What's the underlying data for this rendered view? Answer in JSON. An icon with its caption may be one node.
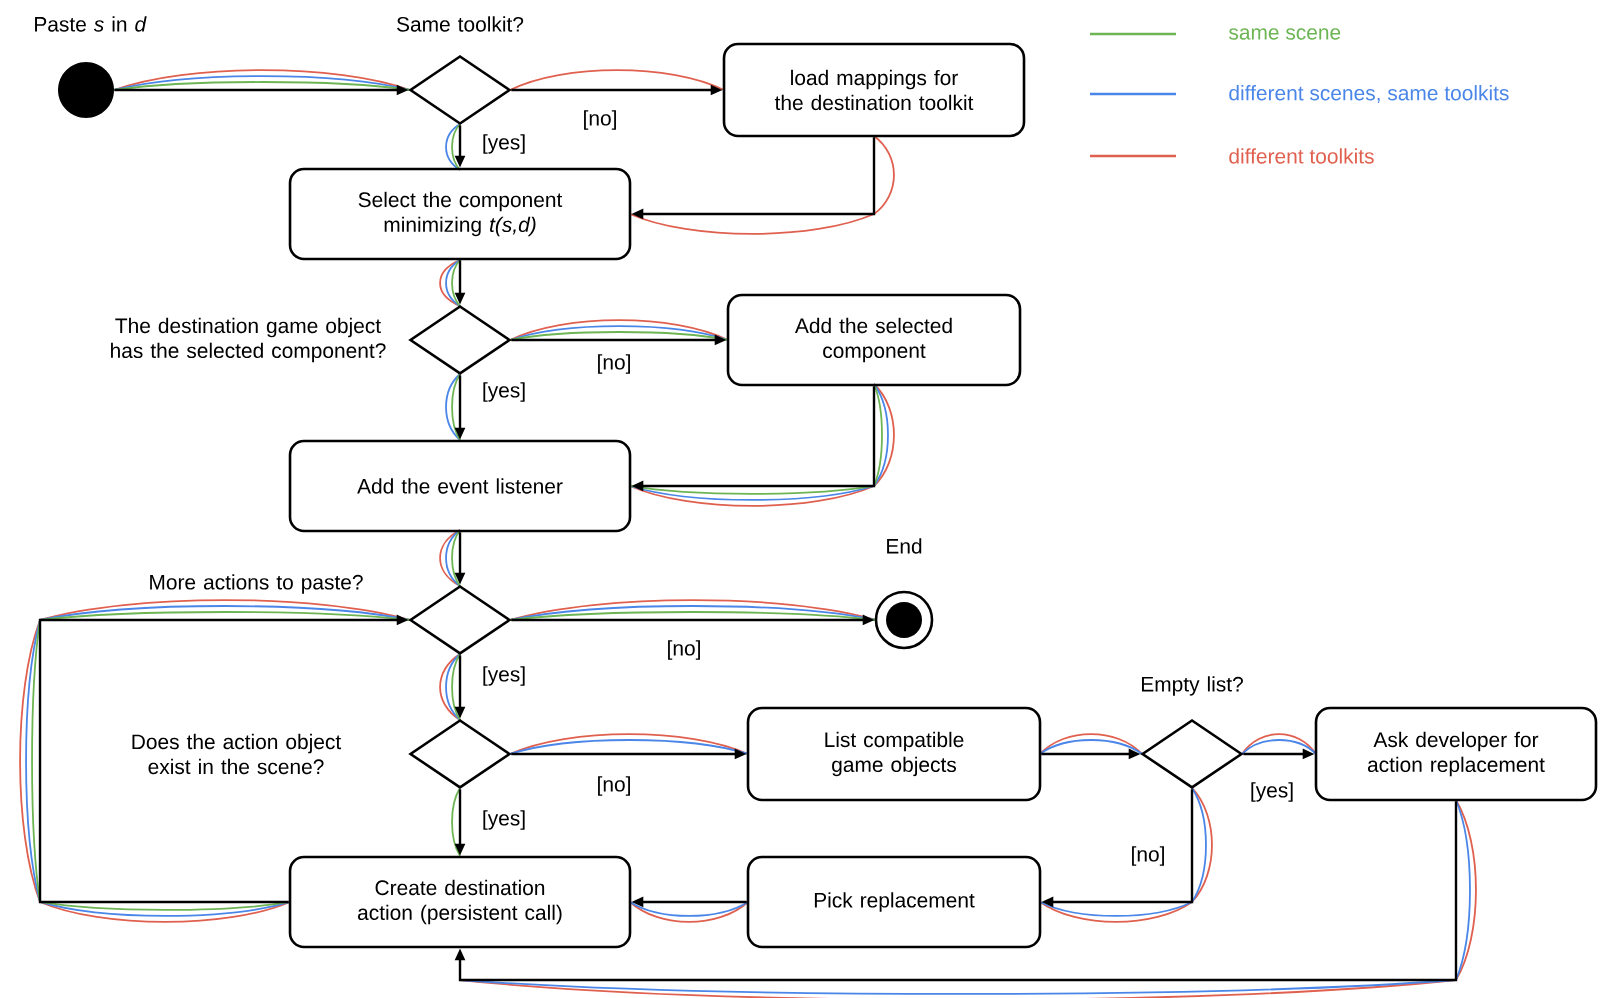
{
  "diagram": {
    "nodes": [
      {
        "text": [],
        "shape": "circle",
        "beside": [
          "Paste *s* in *d*"
        ]
      },
      {
        "text": [],
        "shape": "diamond",
        "beside": [
          "Same toolkit?"
        ]
      },
      {
        "text": [
          "load mappings for the destination toolkit"
        ]
      },
      {
        "text": [
          "Select the component minimizing *t(s,d)*"
        ]
      },
      {
        "text": [],
        "shape": "diamond",
        "beside": [
          "The destination game object has the selected component?"
        ]
      },
      {
        "text": [
          "Add the selected component"
        ]
      },
      {
        "text": [
          "Add the event listener"
        ]
      },
      {
        "text": [],
        "shape": "diamond",
        "beside": [
          "More actions to paste?"
        ]
      },
      {
        "text": [],
        "shape": "bullseye",
        "beside": [
          "End"
        ]
      },
      {
        "text": [],
        "shape": "diamond",
        "beside": [
          "Does the action object exist in the scene?"
        ]
      },
      {
        "text": [
          "List compatible game objects"
        ]
      },
      {
        "text": [],
        "shape": "diamond",
        "beside": [
          "Empty list?"
        ]
      },
      {
        "text": [
          "Ask developer for action replacement"
        ]
      },
      {
        "text": [
          "Pick replacement"
        ]
      },
      {
        "text": [
          "Create destination action (persistent call)"
        ]
      }
    ],
    "edges": [
      {
        "from": 0,
        "to": 1,
        "arrow": "to"
      },
      {
        "from": 1,
        "to": 2,
        "arrow": "to",
        "label": "[no]"
      },
      {
        "from": 1,
        "to": 3,
        "arrow": "to",
        "label": "[yes]"
      },
      {
        "from": 2,
        "to": 3,
        "arrow": "to"
      },
      {
        "from": 3,
        "to": 4,
        "arrow": "to"
      },
      {
        "from": 4,
        "to": 5,
        "arrow": "to",
        "label": "[no]"
      },
      {
        "from": 4,
        "to": 6,
        "arrow": "to",
        "label": "[yes]"
      },
      {
        "from": 5,
        "to": 6,
        "arrow": "to"
      },
      {
        "from": 6,
        "to": 7,
        "arrow": "to"
      },
      {
        "from": 7,
        "to": 8,
        "arrow": "to",
        "label": "[no]"
      },
      {
        "from": 7,
        "to": 9,
        "arrow": "to",
        "label": "[yes]"
      },
      {
        "from": 9,
        "to": 10,
        "arrow": "to",
        "label": "[no]"
      },
      {
        "from": 9,
        "to": 14,
        "arrow": "to",
        "label": "[yes]"
      },
      {
        "from": 10,
        "to": 11,
        "arrow": "to"
      },
      {
        "from": 11,
        "to": 12,
        "arrow": "to",
        "label": "[yes]"
      },
      {
        "from": 11,
        "to": 13,
        "arrow": "to",
        "label": "[no]"
      },
      {
        "from": 13,
        "to": 14,
        "arrow": "to"
      },
      {
        "from": 12,
        "to": 14,
        "arrow": "to"
      },
      {
        "from": 14,
        "to": 7,
        "arrow": "to"
      }
    ],
    "legend": [
      {
        "text": "same scene"
      },
      {
        "text": "different scenes, same toolkits"
      },
      {
        "text": "different toolkits"
      }
    ]
  }
}
